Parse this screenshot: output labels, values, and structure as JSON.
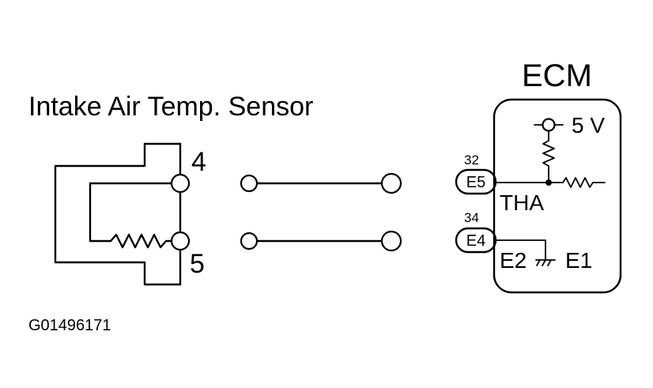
{
  "sensor": {
    "title": "Intake Air Temp. Sensor",
    "pin_top": "4",
    "pin_bottom": "5"
  },
  "ecm": {
    "title": "ECM",
    "supply": "5 V",
    "signal_label": "THA",
    "ground_label_left": "E2",
    "ground_label_right": "E1",
    "terminal_top_number": "32",
    "terminal_top_code": "E5",
    "terminal_bottom_number": "34",
    "terminal_bottom_code": "E4"
  },
  "figure_code": "G01496171"
}
